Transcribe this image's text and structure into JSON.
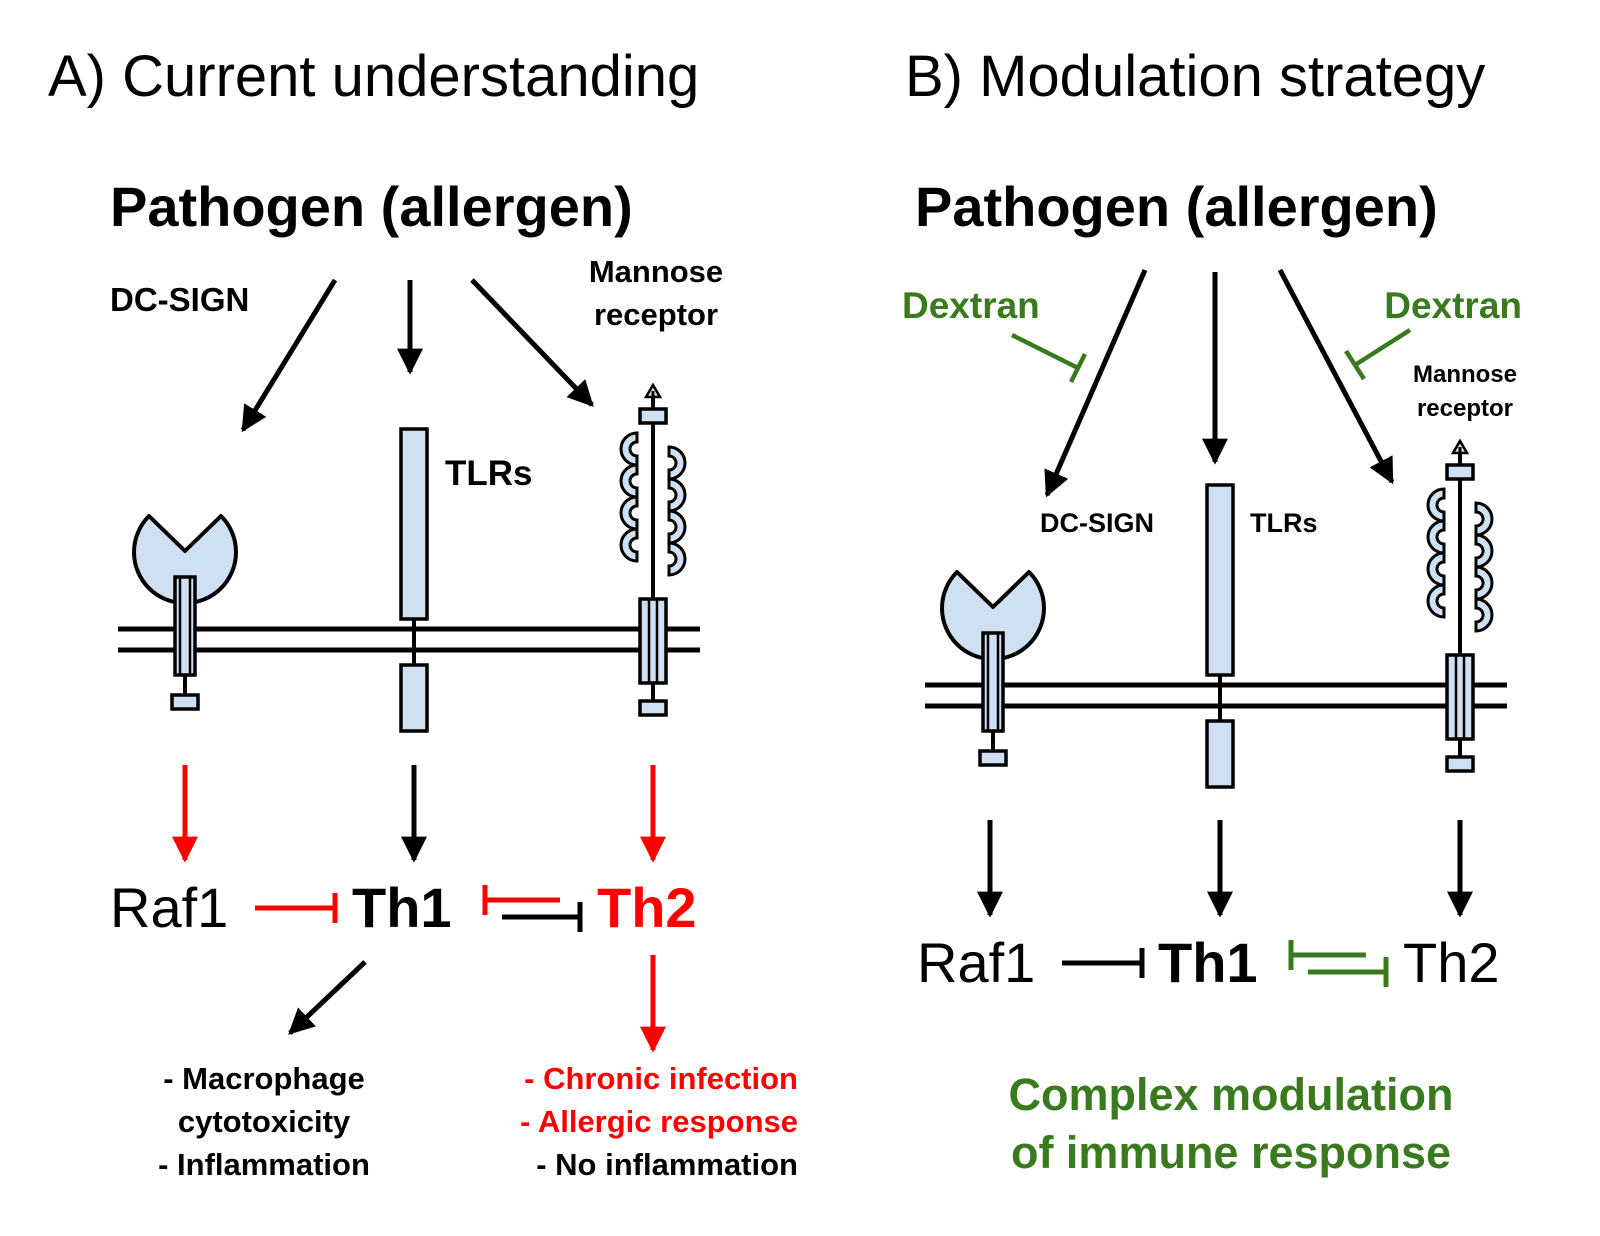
{
  "colors": {
    "black": "#000000",
    "red": "#ff0000",
    "green": "#3a7a1e",
    "receptor_fill": "#cfe0f2",
    "background": "#ffffff"
  },
  "panel_a": {
    "title": "A) Current understanding",
    "pathogen": "Pathogen (allergen)",
    "receptor_labels": {
      "dc_sign": "DC-SIGN",
      "tlrs": "TLRs",
      "mannose_line1": "Mannose",
      "mannose_line2": "receptor"
    },
    "nodes": {
      "raf1": "Raf1",
      "th1": "Th1",
      "th2": "Th2"
    },
    "th1_outcomes": [
      "- Macrophage",
      "cytotoxicity",
      "- Inflammation"
    ],
    "th2_outcomes": {
      "red": [
        "- Chronic infection",
        "- Allergic response"
      ],
      "black": [
        "- No inflammation"
      ]
    }
  },
  "panel_b": {
    "title": "B) Modulation strategy",
    "pathogen": "Pathogen (allergen)",
    "inhibitor_left": "Dextran",
    "inhibitor_right": "Dextran",
    "receptor_labels": {
      "dc_sign": "DC-SIGN",
      "tlrs": "TLRs",
      "mannose_line1": "Mannose",
      "mannose_line2": "receptor"
    },
    "nodes": {
      "raf1": "Raf1",
      "th1": "Th1",
      "th2": "Th2"
    },
    "conclusion": [
      "Complex modulation",
      "of immune response"
    ]
  }
}
